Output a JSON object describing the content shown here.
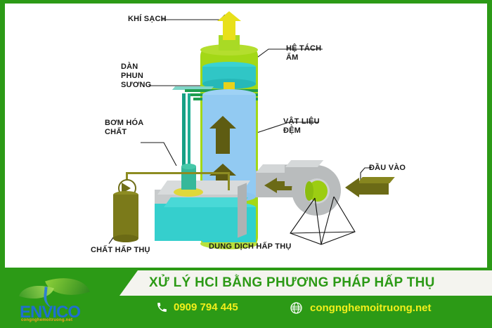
{
  "page": {
    "frame_color": "#2c9a16",
    "canvas_background": "#ffffff"
  },
  "diagram": {
    "title_implied": "Sơ đồ xử lý HCl bằng phương pháp hấp thụ",
    "labels": [
      {
        "id": "clean-gas",
        "text": "KHÍ SẠCH"
      },
      {
        "id": "mist-eliminator",
        "text": "HỆ TÁCH\nẨM"
      },
      {
        "id": "spray-header",
        "text": "DÀN\nPHUN\nSƯƠNG"
      },
      {
        "id": "packing-material",
        "text": "VẬT LIỆU\nĐỆM"
      },
      {
        "id": "chemical-pump",
        "text": "BƠM HÓA\nCHẤT"
      },
      {
        "id": "inlet",
        "text": "ĐẦU VÀO"
      },
      {
        "id": "absorbent",
        "text": "CHẤT HẤP THỤ"
      },
      {
        "id": "absorbent-solution",
        "text": "DUNG DỊCH HẤP THỤ"
      }
    ],
    "colors": {
      "tower_shell": "#a3d816",
      "packing_bed": "#92caf2",
      "mist_pad": "#30c6c6",
      "liquid": "#2fd0cf",
      "stack": "#e8e01a",
      "flow_arrow": "#5e5c12",
      "metal": "#b9bcbd",
      "drum": "#7b7a1a",
      "spray_pipe": "#1f9e4e"
    }
  },
  "footer": {
    "banner_text": "XỬ LÝ HCl BẰNG PHƯƠNG PHÁP HẤP THỤ",
    "banner_bg": "#f4f4ef",
    "banner_text_color": "#2c9a16",
    "phone": "0909 794 445",
    "phone_icon": "phone-icon",
    "website": "congnghemoitruong.net",
    "website_icon": "globe-icon",
    "text_color": "#f2ef1b",
    "logo": {
      "wordmark": "ENVICO",
      "tagline": "congnghemoitruong.net",
      "icon": "leaf-logo-icon"
    }
  }
}
